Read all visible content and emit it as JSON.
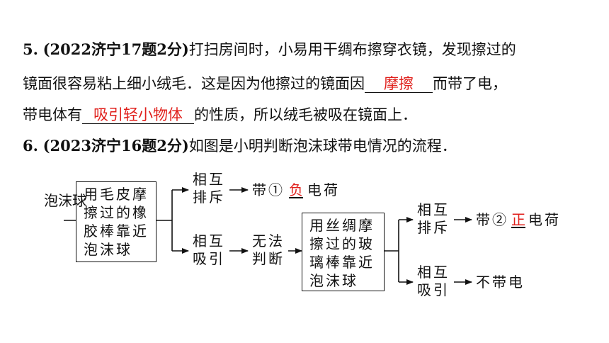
{
  "q5": {
    "number": "5.",
    "source": "(2022济宁17题2分)",
    "line1": "打扫房间时，小易用干绸布擦穿衣镜，发现擦过的",
    "line2_before": "镜面很容易粘上细小绒毛．这是因为他擦过的镜面因",
    "answer1": "摩擦",
    "line2_after": "而带了电，",
    "line3_before": "带电体有",
    "answer2": "吸引轻小物体",
    "line3_after": "的性质，所以绒毛被吸在镜面上．"
  },
  "q6": {
    "number": "6.",
    "source": "(2023济宁16题2分)",
    "text": "如图是小明判断泡沫球带电情况的流程．"
  },
  "flowchart": {
    "start": "泡沫球",
    "box1": [
      "用毛皮摩",
      "擦过的橡",
      "胶棒靠近",
      "泡沫球"
    ],
    "repel1": [
      "相互",
      "排斥"
    ],
    "result1_prefix": "带①",
    "result1_answer": "负",
    "result1_suffix": "电荷",
    "attract1": [
      "相互",
      "吸引"
    ],
    "cannot_judge": [
      "无法",
      "判断"
    ],
    "box2": [
      "用丝绸摩",
      "擦过的玻",
      "璃棒靠近",
      "泡沫球"
    ],
    "repel2": [
      "相互",
      "排斥"
    ],
    "result2_prefix": "带②",
    "result2_answer": "正",
    "result2_suffix": "电荷",
    "attract2": [
      "相互",
      "吸引"
    ],
    "result3": "不带电"
  },
  "colors": {
    "answer": "#e0201c",
    "text": "#111111"
  }
}
